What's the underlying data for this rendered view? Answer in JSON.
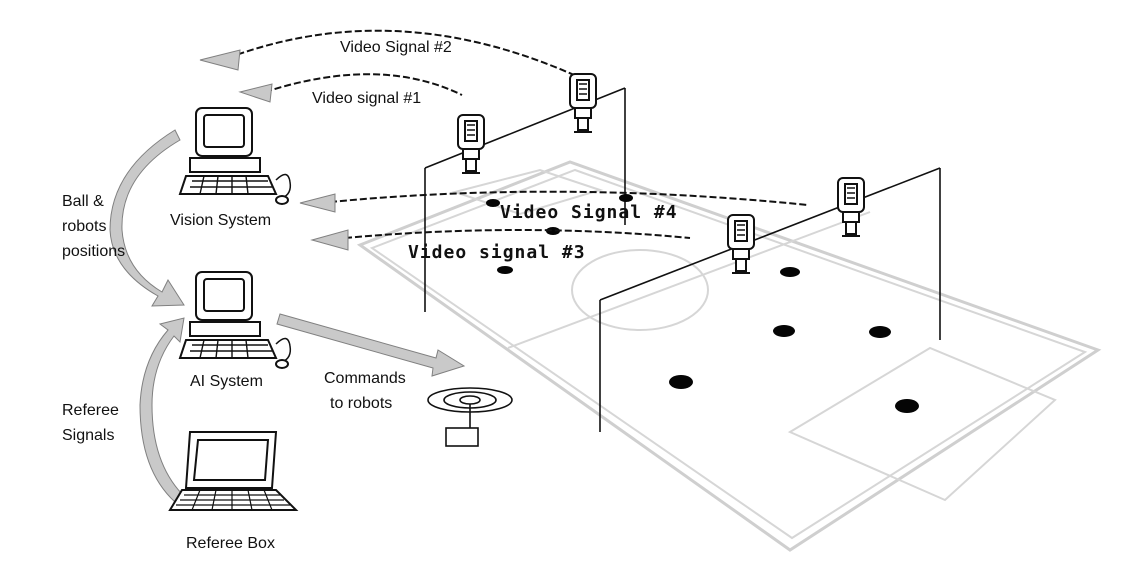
{
  "labels": {
    "video_signal_2": "Video Signal #2",
    "video_signal_1": "Video signal #1",
    "video_signal_4": "Video Signal #4",
    "video_signal_3": "Video signal #3",
    "vision_system": "Vision System",
    "ai_system": "AI System",
    "referee_box": "Referee Box",
    "ball_robots_positions": [
      "Ball &",
      "robots",
      "positions"
    ],
    "referee_signals": [
      "Referee",
      "Signals"
    ],
    "commands_to_robots": [
      "Commands",
      "to robots"
    ]
  },
  "colors": {
    "arrow_fill": "#c9c9c9",
    "field_lines": "#cfcfcf",
    "ink": "#111111"
  },
  "icons": [
    "camera-icon",
    "computer-icon",
    "laptop-icon",
    "antenna-icon",
    "robot-marker"
  ]
}
